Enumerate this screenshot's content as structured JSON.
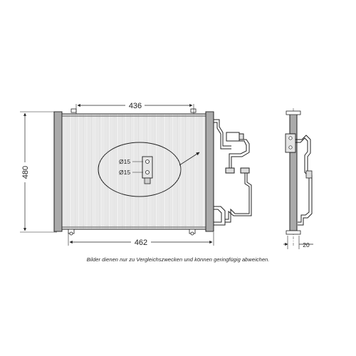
{
  "dimensions": {
    "top_width": "436",
    "bottom_width": "462",
    "height": "480",
    "depth": "20"
  },
  "detail": {
    "port_1": "Ø15",
    "port_2": "Ø15"
  },
  "caption": "Bilder dienen nur zu Vergleichszwecken und können geringfügig abweichen.",
  "colors": {
    "watermark_blue": "#2b2f8f",
    "watermark_red": "#d62020",
    "line": "#222222"
  }
}
